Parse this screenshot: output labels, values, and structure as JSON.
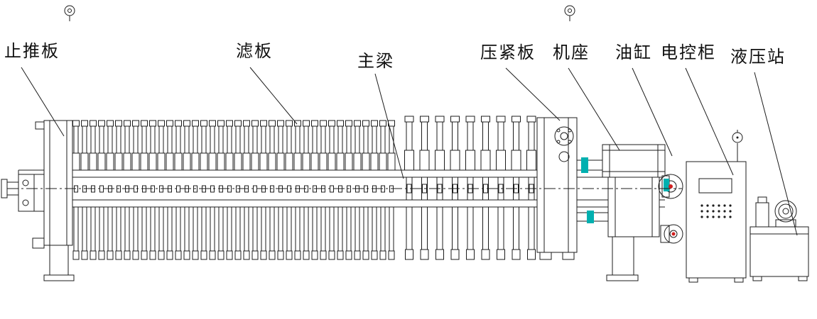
{
  "diagram": {
    "labels": [
      {
        "id": "thrust-plate",
        "text": "止推板"
      },
      {
        "id": "filter-plate",
        "text": "滤板"
      },
      {
        "id": "main-beam",
        "text": "主梁"
      },
      {
        "id": "pressing-plate",
        "text": "压紧板"
      },
      {
        "id": "machine-base",
        "text": "机座"
      },
      {
        "id": "oil-cylinder",
        "text": "油缸"
      },
      {
        "id": "control-cabinet",
        "text": "电控柜"
      },
      {
        "id": "hydraulic-station",
        "text": "液压站"
      }
    ],
    "colors": {
      "background": "#ffffff",
      "line": "#1c1c1c",
      "accent_cyan": "#00b0b0",
      "accent_red": "#d02020"
    }
  }
}
